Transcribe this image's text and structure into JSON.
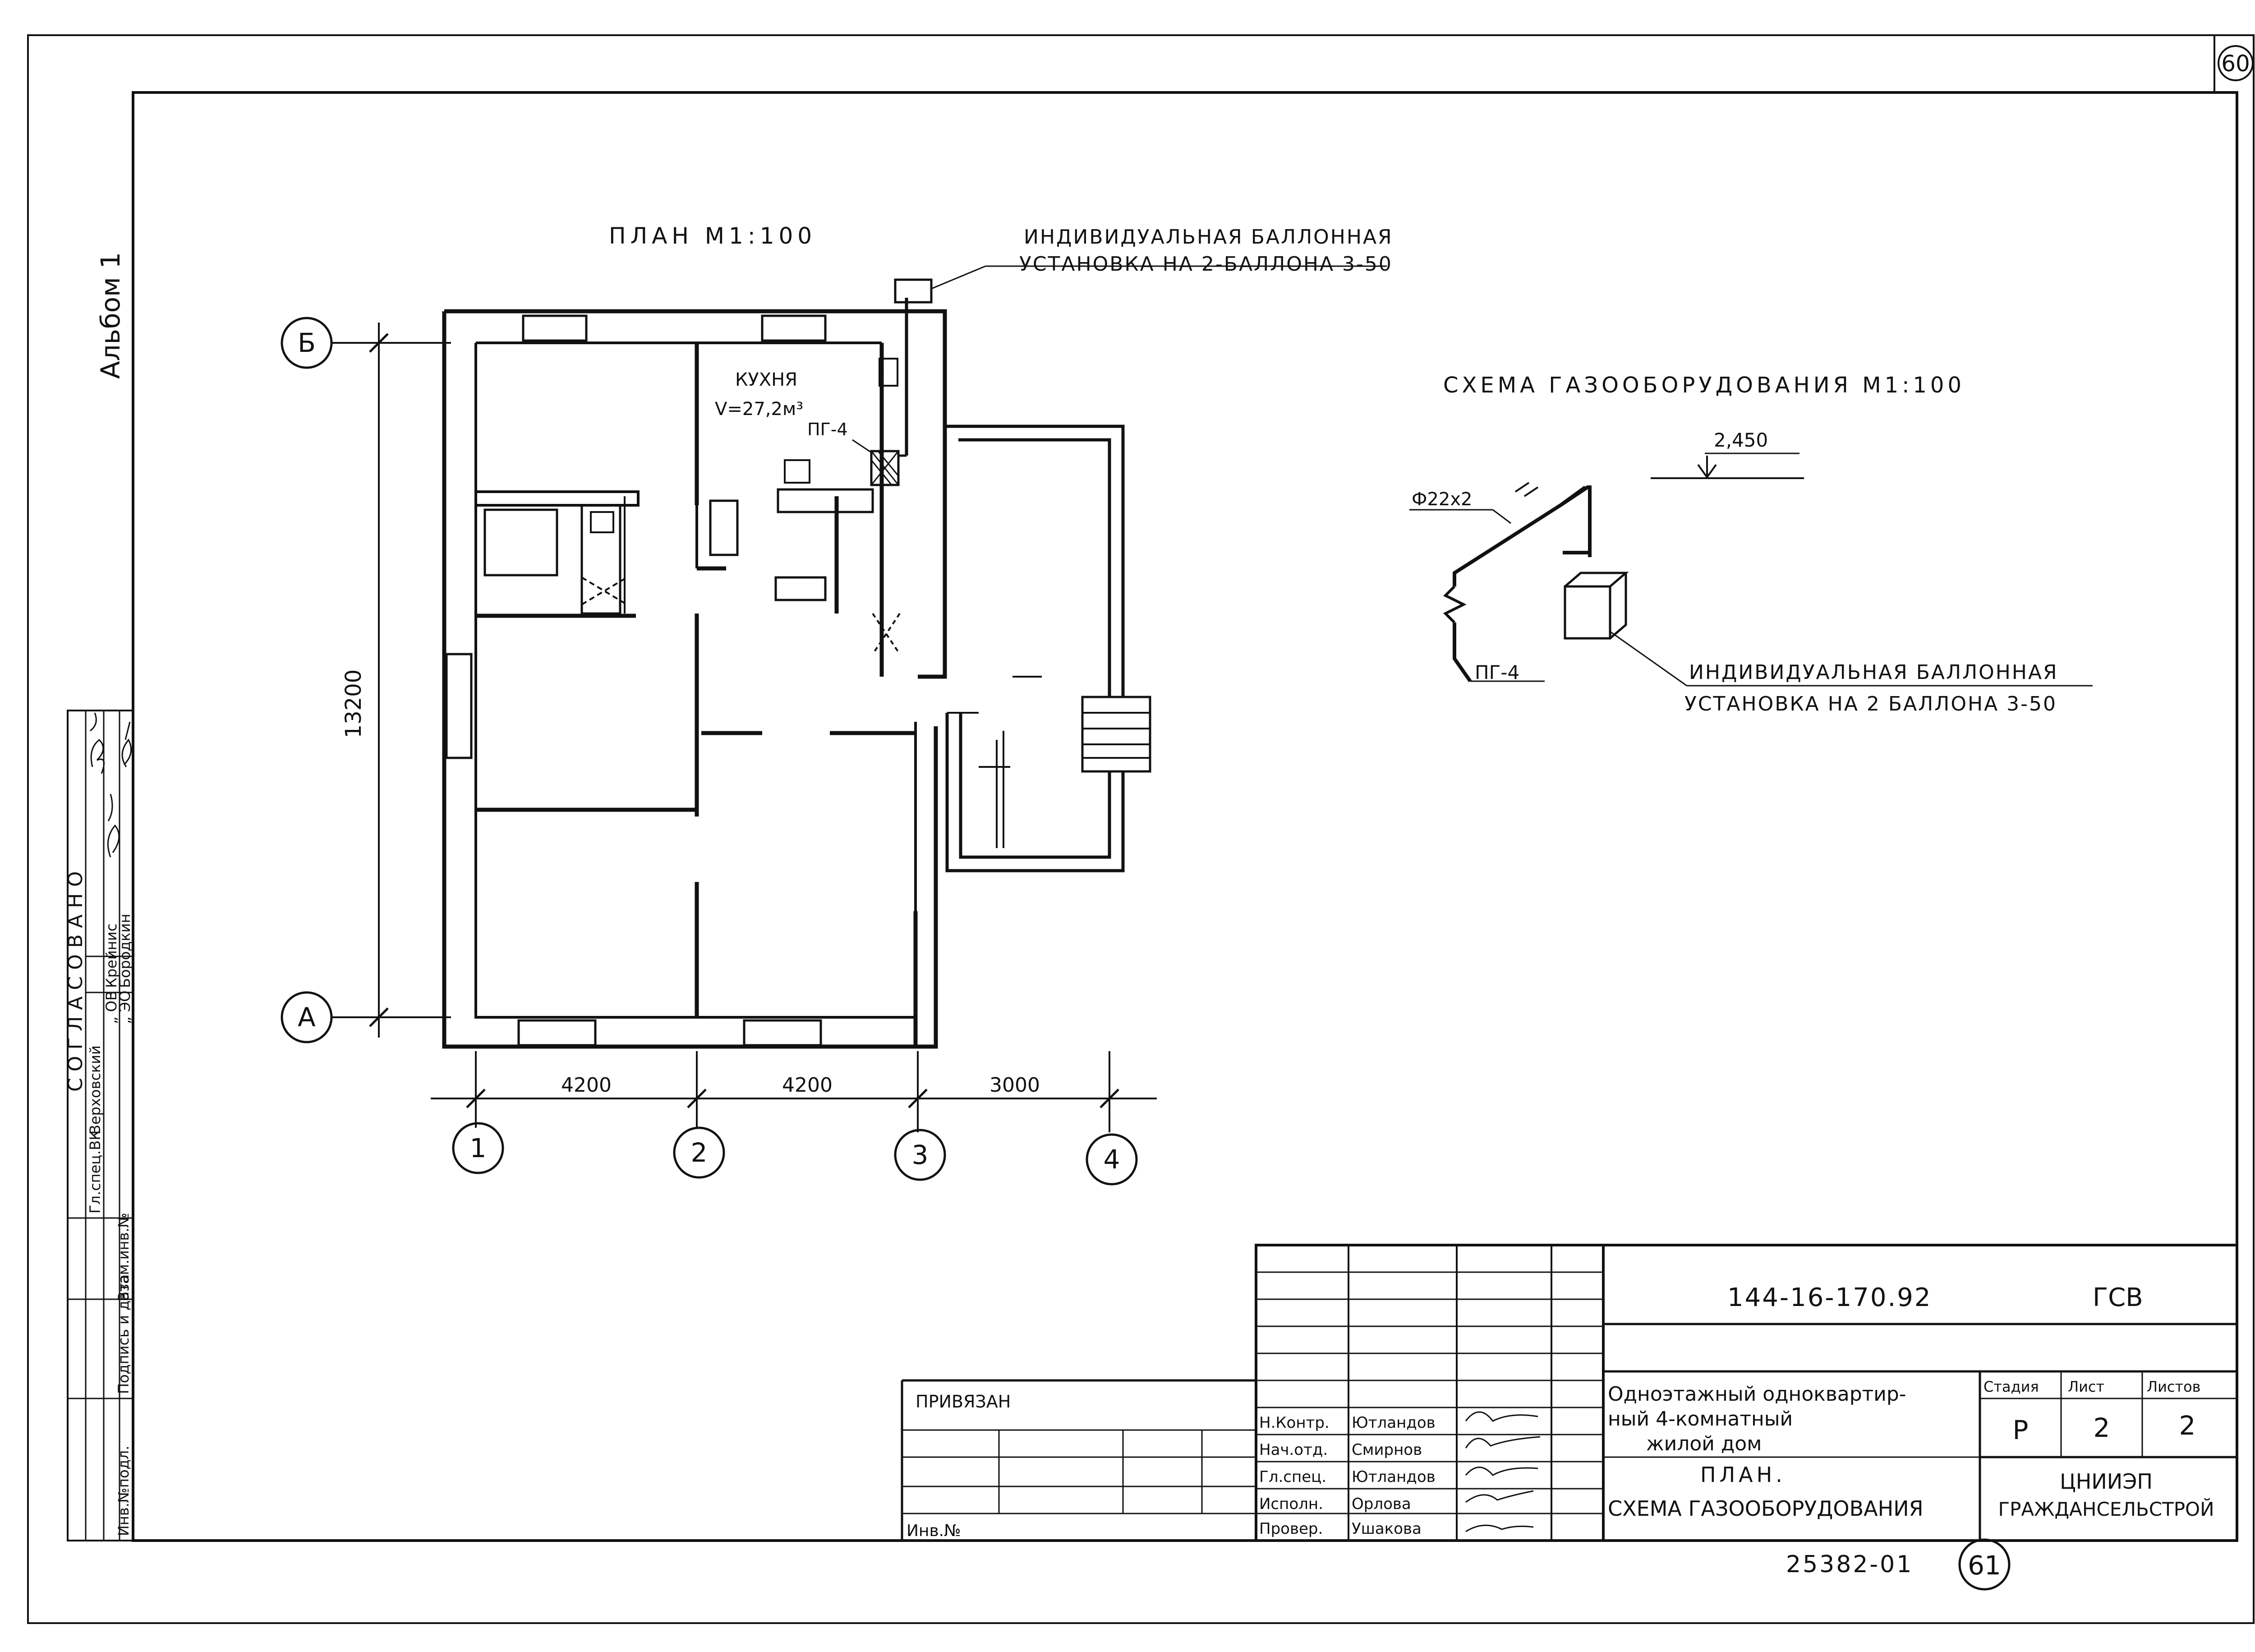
{
  "sheet": {
    "sheet_number_top": "60",
    "album_label": "Альбом 1",
    "code_number": "25382-01",
    "sheet_number_bottom": "61"
  },
  "plan": {
    "title": "ПЛАН М1:100",
    "kitchen_label": "КУХНЯ",
    "kitchen_volume": "V=27,2м³",
    "stove_label": "ПГ-4",
    "callout_line1": "ИНДИВИДУАЛЬНАЯ БАЛЛОННАЯ",
    "callout_line2": "УСТАНОВКА НА 2-БАЛЛОНА 3-50",
    "axis_b": "Б",
    "axis_a": "А",
    "axis_1": "1",
    "axis_2": "2",
    "axis_3": "3",
    "axis_4": "4",
    "dim_vertical": "13200",
    "dim_1_2": "4200",
    "dim_2_3": "4200",
    "dim_3_4": "3000"
  },
  "scheme": {
    "title": "СХЕМА ГАЗООБОРУДОВАНИЯ М1:100",
    "elevation": "2,450",
    "pipe_label": "Ф22х2",
    "stove_label": "ПГ-4",
    "callout_line1": "ИНДИВИДУАЛЬНАЯ БАЛЛОННАЯ",
    "callout_line2": "УСТАНОВКА НА 2 БАЛЛОНА 3-50"
  },
  "approval": {
    "title": "СОГЛАСОВАНО",
    "rows": [
      {
        "role": "Гл.спец.ВК",
        "name": "Верховский"
      },
      {
        "role": "„ ОВ",
        "name": "Крейнис"
      },
      {
        "role": "„ ЭО",
        "name": "Бородкин"
      }
    ]
  },
  "left_stamp": {
    "inv_podl": "Инв.№подл.",
    "sign_date": "Подпись и дата",
    "vzam_inv": "Взам.инв.№"
  },
  "title_block": {
    "project_code": "144-16-170.92",
    "mark": "ГСВ",
    "object_line1": "Одноэтажный одноквартир-",
    "object_line2": "ный 4-комнатный",
    "object_line3": "жилой дом",
    "drawing_line1": "ПЛАН.",
    "drawing_line2": "СХЕМА ГАЗООБОРУДОВАНИЯ",
    "stage_header": "Стадия",
    "sheet_header": "Лист",
    "sheets_header": "Листов",
    "stage_value": "Р",
    "sheet_value": "2",
    "sheets_value": "2",
    "org_line1": "ЦНИИЭП",
    "org_line2": "ГРАЖДАНСЕЛЬСТРОЙ",
    "privyazan": "ПРИВЯЗАН",
    "inv_no": "Инв.№",
    "signers": [
      {
        "role": "Н.Контр.",
        "name": "Ютландов"
      },
      {
        "role": "Нач.отд.",
        "name": "Смирнов"
      },
      {
        "role": "Гл.спец.",
        "name": "Ютландов"
      },
      {
        "role": "Исполн.",
        "name": "Орлова"
      },
      {
        "role": "Провер.",
        "name": "Ушакова"
      }
    ]
  }
}
